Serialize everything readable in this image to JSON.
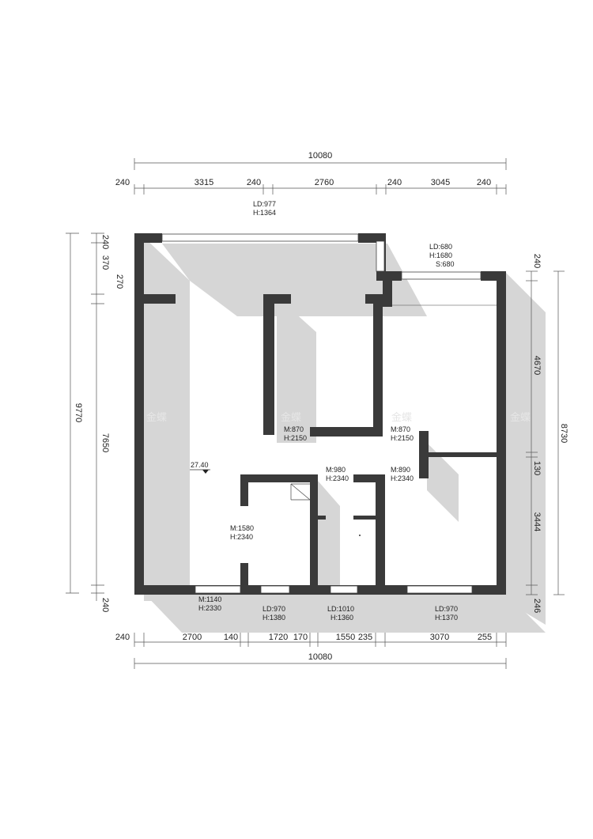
{
  "dimensions": {
    "top_total": "10080",
    "top_segments": [
      "240",
      "3315",
      "240",
      "2760",
      "240",
      "3045",
      "240"
    ],
    "bottom_total": "10080",
    "bottom_segments": [
      "240",
      "2700",
      "140",
      "1720",
      "170",
      "1550",
      "235",
      "3070",
      "255"
    ],
    "left_total": "9770",
    "left_segments": [
      "240",
      "370",
      "270",
      "7650",
      "240"
    ],
    "right_total": "8730",
    "right_segments": [
      "240",
      "4670",
      "130",
      "3444",
      "246"
    ]
  },
  "openings": {
    "top_window": [
      "LD:977",
      "H:1364"
    ],
    "top_right_window": [
      "LD:680",
      "H:1680",
      "S:680"
    ],
    "door_1": [
      "M:870",
      "H:2150"
    ],
    "door_2": [
      "M:870",
      "H:2150"
    ],
    "door_3": [
      "M:980",
      "H:2340"
    ],
    "door_4": [
      "M:890",
      "H:2340"
    ],
    "door_5": [
      "M:1580",
      "H:2340"
    ],
    "bottom_door": [
      "M:1140",
      "H:2330"
    ],
    "bottom_window_1": [
      "LD:970",
      "H:1380"
    ],
    "bottom_window_2": [
      "LD:1010",
      "H:1360"
    ],
    "bottom_window_3": [
      "LD:970",
      "H:1370"
    ]
  },
  "level_mark": "27.40",
  "watermark": "金蝶"
}
